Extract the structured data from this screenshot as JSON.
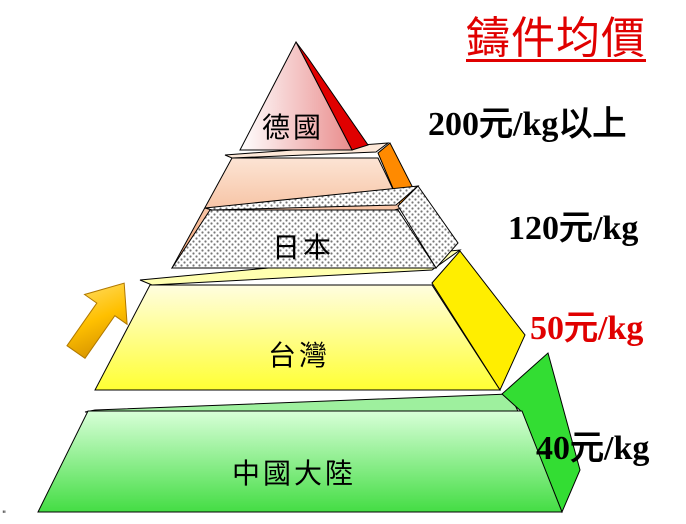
{
  "title": "鑄件均價",
  "tiers": [
    {
      "name": "德國",
      "price": "200元/kg以上",
      "price_color": "#000000"
    },
    {
      "name": "日本",
      "price": "120元/kg",
      "price_color": "#000000"
    },
    {
      "name": "台灣",
      "price": "50元/kg",
      "price_color": "#e00000"
    },
    {
      "name": "中國大陸",
      "price": "40元/kg",
      "price_color": "#000000"
    }
  ],
  "colors": {
    "germany": "#f0a0a0",
    "germany_side": "#e00000",
    "japan_band": "#f4b080",
    "japan_band_side": "#ff8a00",
    "japan_dotted": "#ffffff",
    "taiwan": "#ffff66",
    "taiwan_side": "#ffee00",
    "china": "#66ee66",
    "china_side": "#33dd33",
    "arrow": "#ffc000"
  }
}
